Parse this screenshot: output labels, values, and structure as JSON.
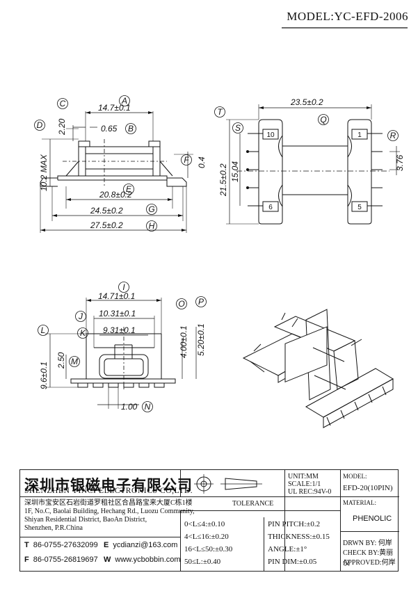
{
  "header": {
    "model_label": "MODEL:YC-EFD-2006"
  },
  "views": {
    "front": {
      "circles": [
        "A",
        "B",
        "C",
        "D",
        "E",
        "F",
        "G",
        "H"
      ],
      "dims": [
        "14.7±0.1",
        "0.65",
        "2.20",
        "20.8±0.2",
        "24.5±0.2",
        "27.5±0.2",
        "10.2 MAX",
        "0.4"
      ]
    },
    "top": {
      "circles": [
        "T",
        "S",
        "Q",
        "R"
      ],
      "dims": [
        "23.5±0.2",
        "21.5±0.2",
        "15.04",
        "3.76"
      ],
      "pins": [
        "10",
        "6",
        "1",
        "5"
      ]
    },
    "side": {
      "circles": [
        "I",
        "J",
        "K",
        "L",
        "M",
        "N",
        "O",
        "P"
      ],
      "dims": [
        "14.71±0.1",
        "10.31±0.1",
        "9.31±0.1",
        "9.6±0.1",
        "2.50",
        "1.00",
        "4.00±0.1",
        "5.20±0.1"
      ]
    }
  },
  "company": {
    "name_cn": "深圳市银磁电子有限公司",
    "name_en": "SHENZHEN YINCI ELECTRONICS CO,LTD.",
    "address": [
      "深圳市宝安区石岩街道罗租社区合昌路宝来大厦C栋1楼",
      "1F, No.C, Baolai Building, Hechang Rd., Luozu Community,",
      "Shiyan Residential District, BaoAn District,",
      "Shenzhen, P.R.China"
    ],
    "tel_label": "T",
    "tel": "86-0755-27632099",
    "email_label": "E",
    "email": "ycdianzi@163.com",
    "fax_label": "F",
    "fax": "86-0755-26819697",
    "web_label": "W",
    "web": "www.ycbobbin.com"
  },
  "specs": {
    "unit": "UNIT:MM",
    "scale": "SCALE:1/1",
    "ul": "UL REC:94V-0",
    "tolerance_title": "TOLERANCE",
    "tolerances": [
      "0<L≤4:±0.10",
      "4<L≤16:±0.20",
      "16<L≤50:±0.30",
      "50≤L:±0.40"
    ],
    "pin_pitch": "PIN PITCH:±0.2",
    "thickness": "THICKNESS:±0.15",
    "angle": "ANGLE:±1°",
    "pin_dim": "PIN DIM:±0.05"
  },
  "right": {
    "model_label": "MODEL:",
    "model_value": "EFD-20(10PIN)",
    "material_label": "MATERIAL:",
    "material_value": "PHENOLIC",
    "drawn": "DRWN BY: 何岸",
    "check": "CHECK BY:黄丽仪",
    "approved": "APPROVED:何岸"
  }
}
